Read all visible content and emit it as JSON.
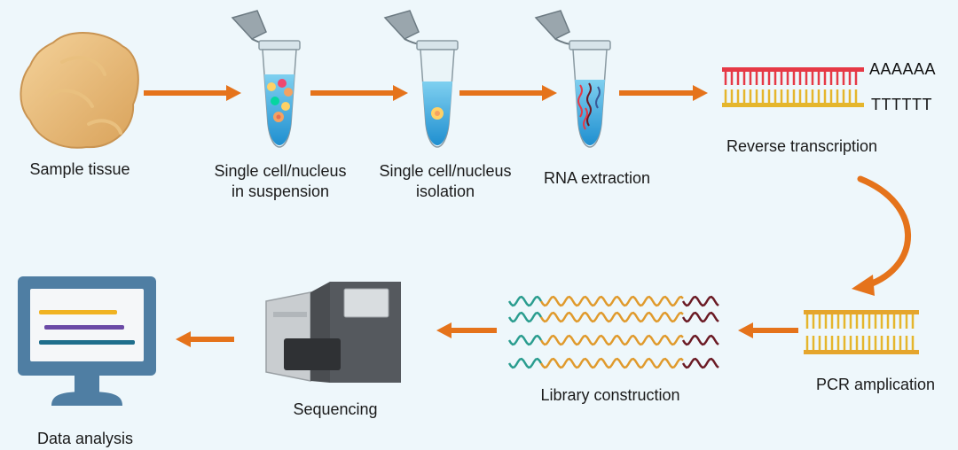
{
  "steps": {
    "sample_tissue": "Sample tissue",
    "single_cell_suspension_line1": "Single cell/nucleus",
    "single_cell_suspension_line2": "in suspension",
    "single_cell_isolation_line1": "Single cell/nucleus",
    "single_cell_isolation_line2": "isolation",
    "rna_extraction": "RNA extraction",
    "reverse_transcription": "Reverse transcription",
    "pcr_amplification": "PCR amplication",
    "library_construction": "Library construction",
    "sequencing": "Sequencing",
    "data_analysis": "Data analysis"
  },
  "sequences": {
    "poly_a": "AAAAAA",
    "poly_t": "TTTTTT"
  },
  "colors": {
    "background": "#eef7fb",
    "arrow": "#e5731b",
    "strand_red": "#e63946",
    "strand_yellow": "#e5b62c",
    "wave_teal": "#2a9d8f",
    "wave_orange": "#e09a2c",
    "wave_maroon": "#6b1a24",
    "monitor_blue": "#4f7ea3"
  }
}
